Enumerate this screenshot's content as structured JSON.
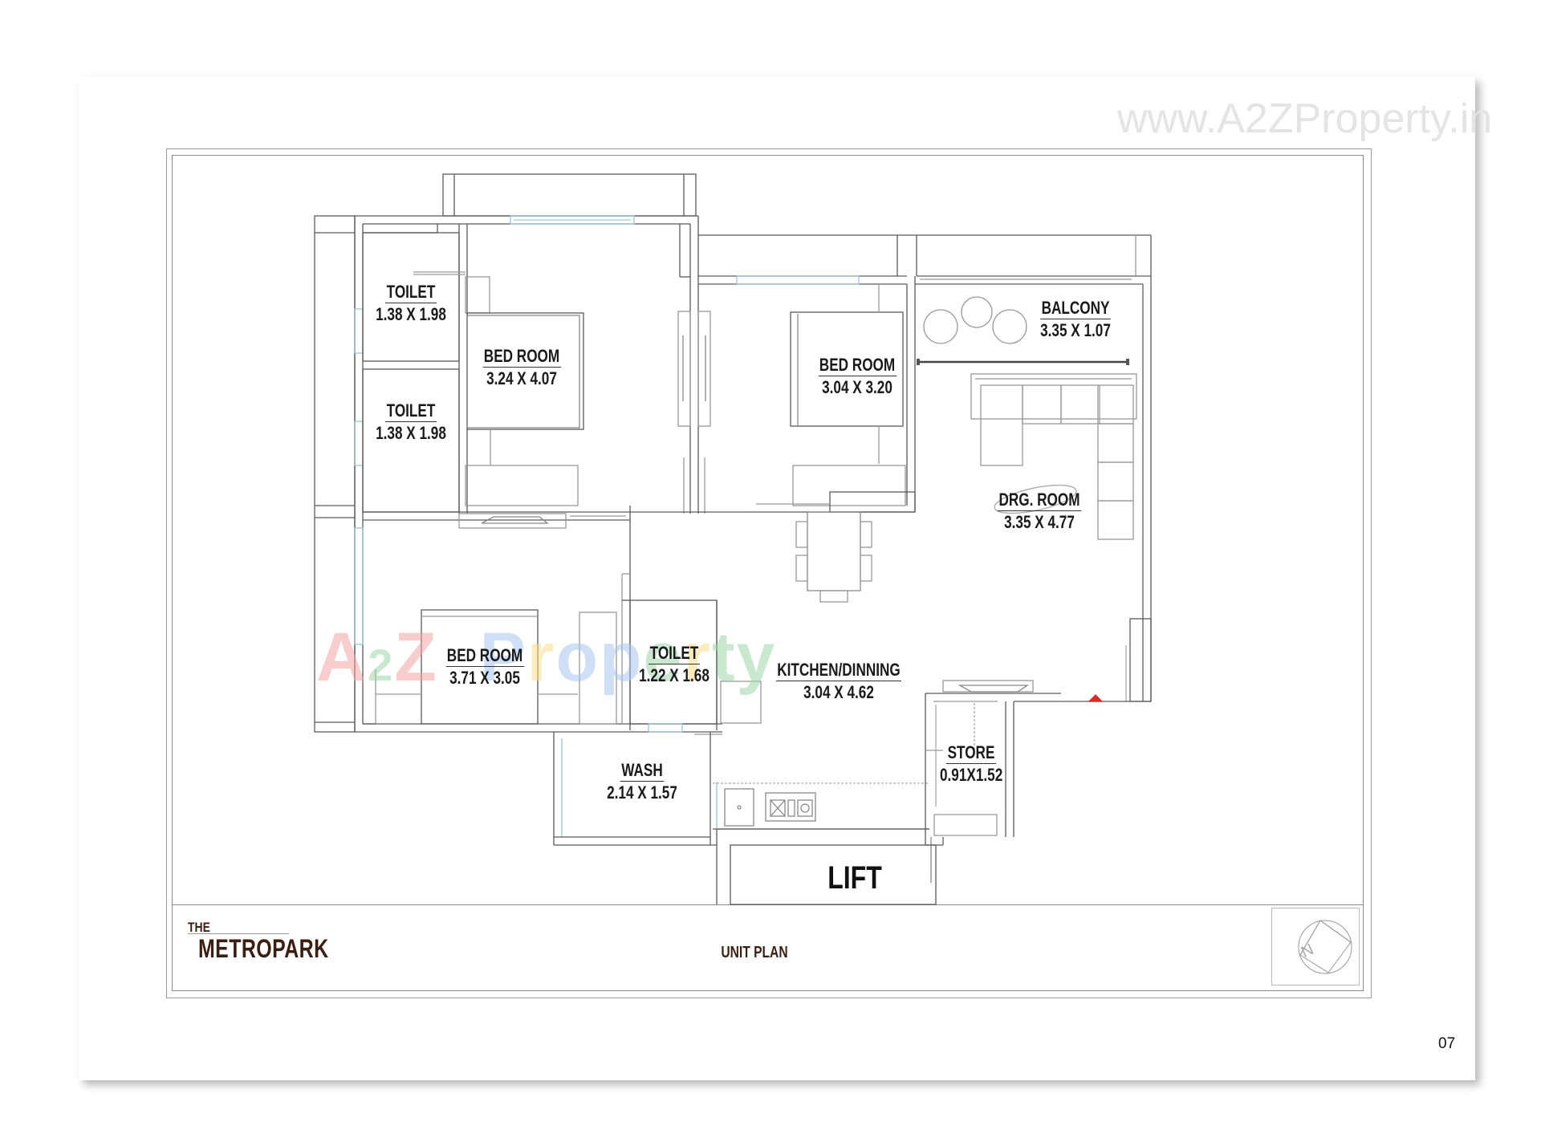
{
  "watermark": {
    "url_text": "www.A2ZProperty.in",
    "logo_letters": [
      {
        "ch": "A",
        "color": "#f4a6a6"
      },
      {
        "ch": "2",
        "color": "#9fd4a8"
      },
      {
        "ch": "Z",
        "color": "#f4a6a6"
      },
      {
        "ch": " ",
        "color": "#ffffff"
      },
      {
        "ch": "P",
        "color": "#a9c6f0"
      },
      {
        "ch": "r",
        "color": "#f7dd8c"
      },
      {
        "ch": "o",
        "color": "#a9c6f0"
      },
      {
        "ch": "p",
        "color": "#a9c6f0"
      },
      {
        "ch": "e",
        "color": "#9fd4a8"
      },
      {
        "ch": "r",
        "color": "#f7dd8c"
      },
      {
        "ch": "t",
        "color": "#9fd4a8"
      },
      {
        "ch": "y",
        "color": "#9fd4a8"
      }
    ]
  },
  "rooms": [
    {
      "id": "toilet-1",
      "name": "TOILET",
      "dims": "1.38 X 1.98"
    },
    {
      "id": "toilet-2",
      "name": "TOILET",
      "dims": "1.38 X 1.98"
    },
    {
      "id": "bedroom-1",
      "name": "BED ROOM",
      "dims": "3.24 X 4.07"
    },
    {
      "id": "bedroom-2",
      "name": "BED ROOM",
      "dims": "3.04 X 3.20"
    },
    {
      "id": "balcony",
      "name": "BALCONY",
      "dims": "3.35 X 1.07"
    },
    {
      "id": "drawing-room",
      "name": "DRG. ROOM",
      "dims": "3.35 X 4.77"
    },
    {
      "id": "bedroom-3",
      "name": "BED ROOM",
      "dims": "3.71 X 3.05"
    },
    {
      "id": "toilet-3",
      "name": "TOILET",
      "dims": "1.22 X 1.68"
    },
    {
      "id": "kitchen-dining",
      "name": "KITCHEN/DINNING",
      "dims": "3.04 X 4.62"
    },
    {
      "id": "wash",
      "name": "WASH",
      "dims": "2.14 X 1.57"
    },
    {
      "id": "store",
      "name": "STORE",
      "dims": "0.91X1.52"
    }
  ],
  "lift_label": "LIFT",
  "title_block": {
    "brand_prefix": "THE",
    "brand_name": "METROPARK",
    "sheet_title": "UNIT PLAN",
    "north_label": "N"
  },
  "page_number": "07",
  "colors": {
    "wall_line": "#555555",
    "light_line": "#9a9a9a",
    "window_line": "#9ec3d6",
    "brand": "#3b1e12",
    "entry_marker": "#d62b2b"
  }
}
